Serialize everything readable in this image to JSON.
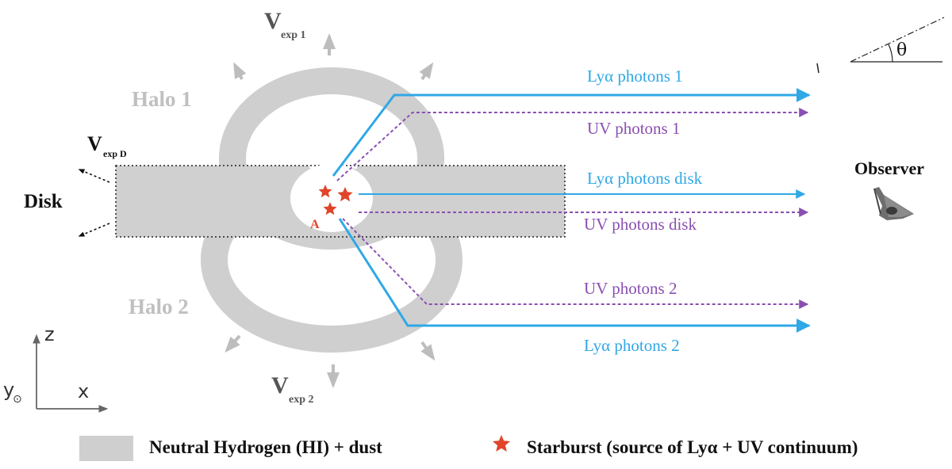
{
  "labels": {
    "halo1": "Halo 1",
    "halo2": "Halo 2",
    "disk": "Disk",
    "observer": "Observer",
    "source_point": "A",
    "angle": "θ",
    "v_main": "V",
    "v_exp1_sub": "exp 1",
    "v_exp2_sub": "exp 2",
    "v_expD_sub": "exp D"
  },
  "photons": {
    "lya1": "Lyα photons 1",
    "uv1": "UV photons 1",
    "lya_disk": "Lyα photons disk",
    "uv_disk": "UV photons disk",
    "uv2": "UV photons 2",
    "lya2": "Lyα photons 2"
  },
  "axes": {
    "z": "z",
    "x": "x",
    "y": "y",
    "y_symbol": "⊙"
  },
  "legend": {
    "hi_dust": "Neutral Hydrogen (HI) + dust",
    "starburst": "Starburst (source of Lyα + UV continuum)"
  },
  "colors": {
    "lya": "#2fa8e6",
    "uv": "#8a4fb1",
    "hydrogen": "#cfcfcf",
    "starburst": "#e0452a",
    "velocity_arrow": "#bdbdbd"
  }
}
